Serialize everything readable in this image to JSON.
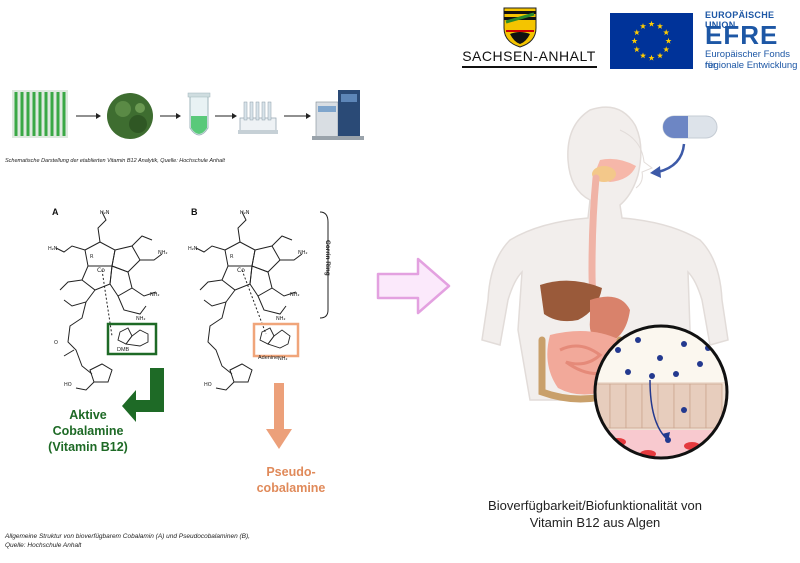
{
  "logos": {
    "sachsen_anhalt": "SACHSEN-ANHALT",
    "eu_top": "EUROPÄISCHE UNION",
    "efre": "EFRE",
    "efre_line1": "Europäischer Fonds für",
    "efre_line2": "regionale Entwicklung"
  },
  "workflow": {
    "caption": "Schematische Darstellung der etablierten Vitamin B12 Analytik, Quelle: Hochschule Anhalt",
    "steps": [
      "algae-cultivation-image",
      "algae-biomass-image",
      "sample-tube-image",
      "sample-rack-image",
      "lc-ms-instrument-image"
    ]
  },
  "structures": {
    "panel_a": "A",
    "panel_b": "B",
    "corrin_ring": "Corrin Ring",
    "dmb": "DMB",
    "adenine": "Adenine",
    "aktive": [
      "Aktive",
      "Cobalamine",
      "(Vitamin B12)"
    ],
    "pseudo": [
      "Pseudo-",
      "cobalamine"
    ],
    "caption_line1": "Allgemeine Struktur von bioverfügbarem Cobalamin (A) und Pseudocobalaminen (B),",
    "caption_line2": "Quelle: Hochschule Anhalt"
  },
  "bio": {
    "caption_line1": "Bioverfügbarkeit/Biofunktionalität von",
    "caption_line2": "Vitamin B12 aus Algen"
  },
  "colors": {
    "eu_blue": "#003399",
    "eu_star": "#ffcc00",
    "efre_blue": "#1d57a5",
    "green": "#1e6a26",
    "orange": "#e08a5a",
    "pink_arrow": "#e6a6e3",
    "body_skin": "#f2eeec"
  }
}
